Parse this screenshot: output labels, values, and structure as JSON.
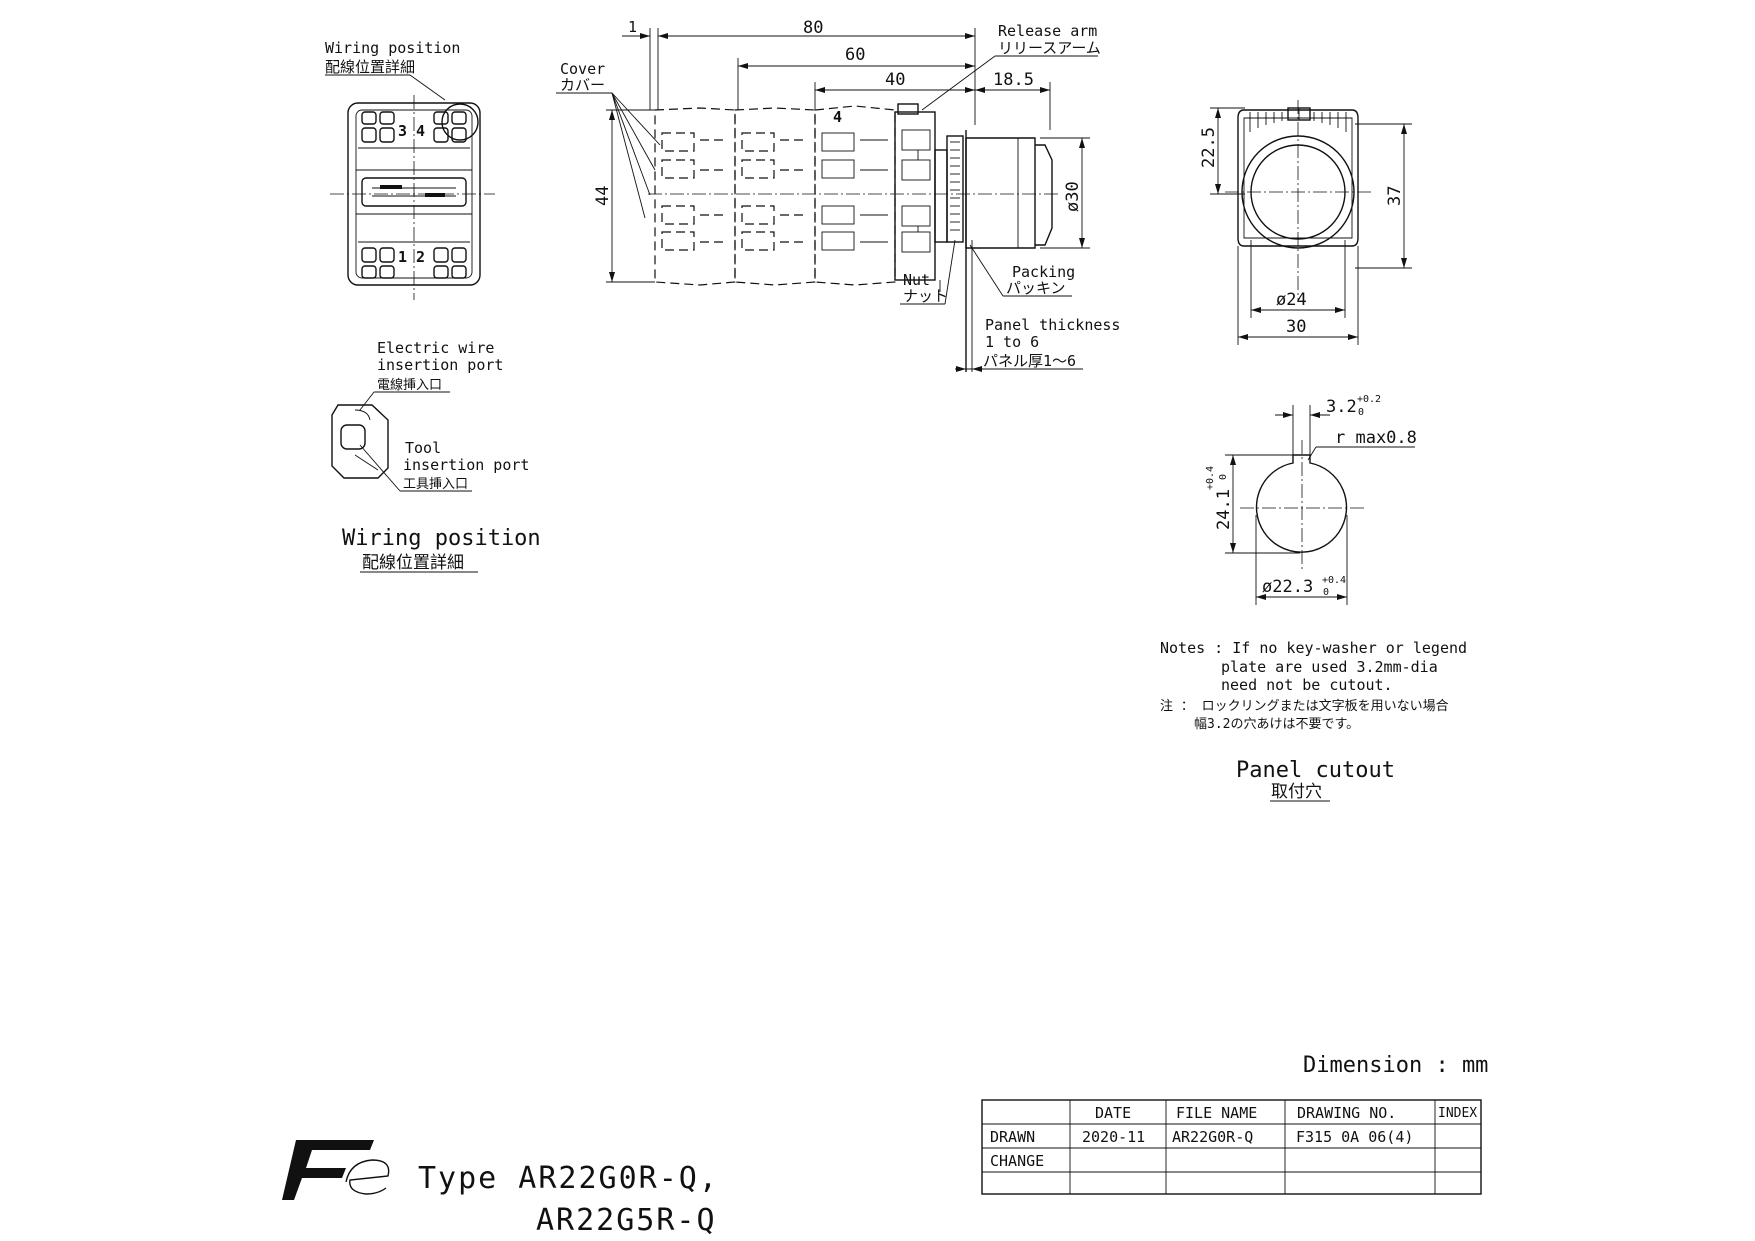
{
  "labels": {
    "wiring_position_top": "Wiring position",
    "wiring_position_top_jp": "配線位置詳細",
    "cover": "Cover",
    "cover_jp": "カバー",
    "release_arm": "Release arm",
    "release_arm_jp": "リリースアーム",
    "nut": "Nut",
    "nut_jp": "ナット",
    "packing": "Packing",
    "packing_jp": "パッキン",
    "panel_thickness_1": "Panel thickness",
    "panel_thickness_2": "1 to 6",
    "panel_thickness_jp": "パネル厚1～6",
    "electric_wire_1": "Electric wire",
    "electric_wire_2": "insertion port",
    "electric_wire_jp": "電線挿入口",
    "tool_1": "Tool",
    "tool_2": "insertion port",
    "tool_jp": "工具挿入口",
    "wiring_position_caption": "Wiring position",
    "wiring_position_caption_jp": "配線位置詳細",
    "panel_cutout": "Panel cutout",
    "panel_cutout_jp": "取付穴",
    "terminal_34": "3 4",
    "terminal_12": "1 2",
    "terminal_4": "4"
  },
  "dimensions": {
    "d1": "1",
    "d80": "80",
    "d60": "60",
    "d40": "40",
    "d18_5": "18.5",
    "d44": "44",
    "dia30": "ø30",
    "d22_5": "22.5",
    "d37": "37",
    "dia24": "ø24",
    "d30": "30",
    "key_width": "3.2",
    "key_tol": "+0.2",
    "key_tol_low": "0",
    "rmax": "r max0.8",
    "height_cut": "24.1",
    "height_tol": "+0.4",
    "height_tol_low": "0",
    "dia_cut": "ø22.3",
    "dia_tol": "+0.4",
    "dia_tol_low": "0"
  },
  "notes": {
    "line1": "Notes : If no key-washer or legend",
    "line2": "plate are used 3.2mm-dia",
    "line3": "need not be cutout.",
    "jp1": "注 ： ロックリングまたは文字板を用いない場合",
    "jp2": "幅3.2の穴あけは不要です。"
  },
  "dimension_unit": "Dimension : mm",
  "type_line1": "Type  AR22G0R-Q,",
  "type_line2": "AR22G5R-Q",
  "title_block": {
    "headers": [
      "",
      "DATE",
      "FILE NAME",
      "DRAWING NO.",
      "INDEX"
    ],
    "rows": [
      [
        "DRAWN",
        "2020-11",
        "AR22G0R-Q",
        "F315 0A 06(4)",
        ""
      ],
      [
        "CHANGE",
        "",
        "",
        "",
        ""
      ],
      [
        "",
        "",
        "",
        "",
        ""
      ]
    ]
  }
}
